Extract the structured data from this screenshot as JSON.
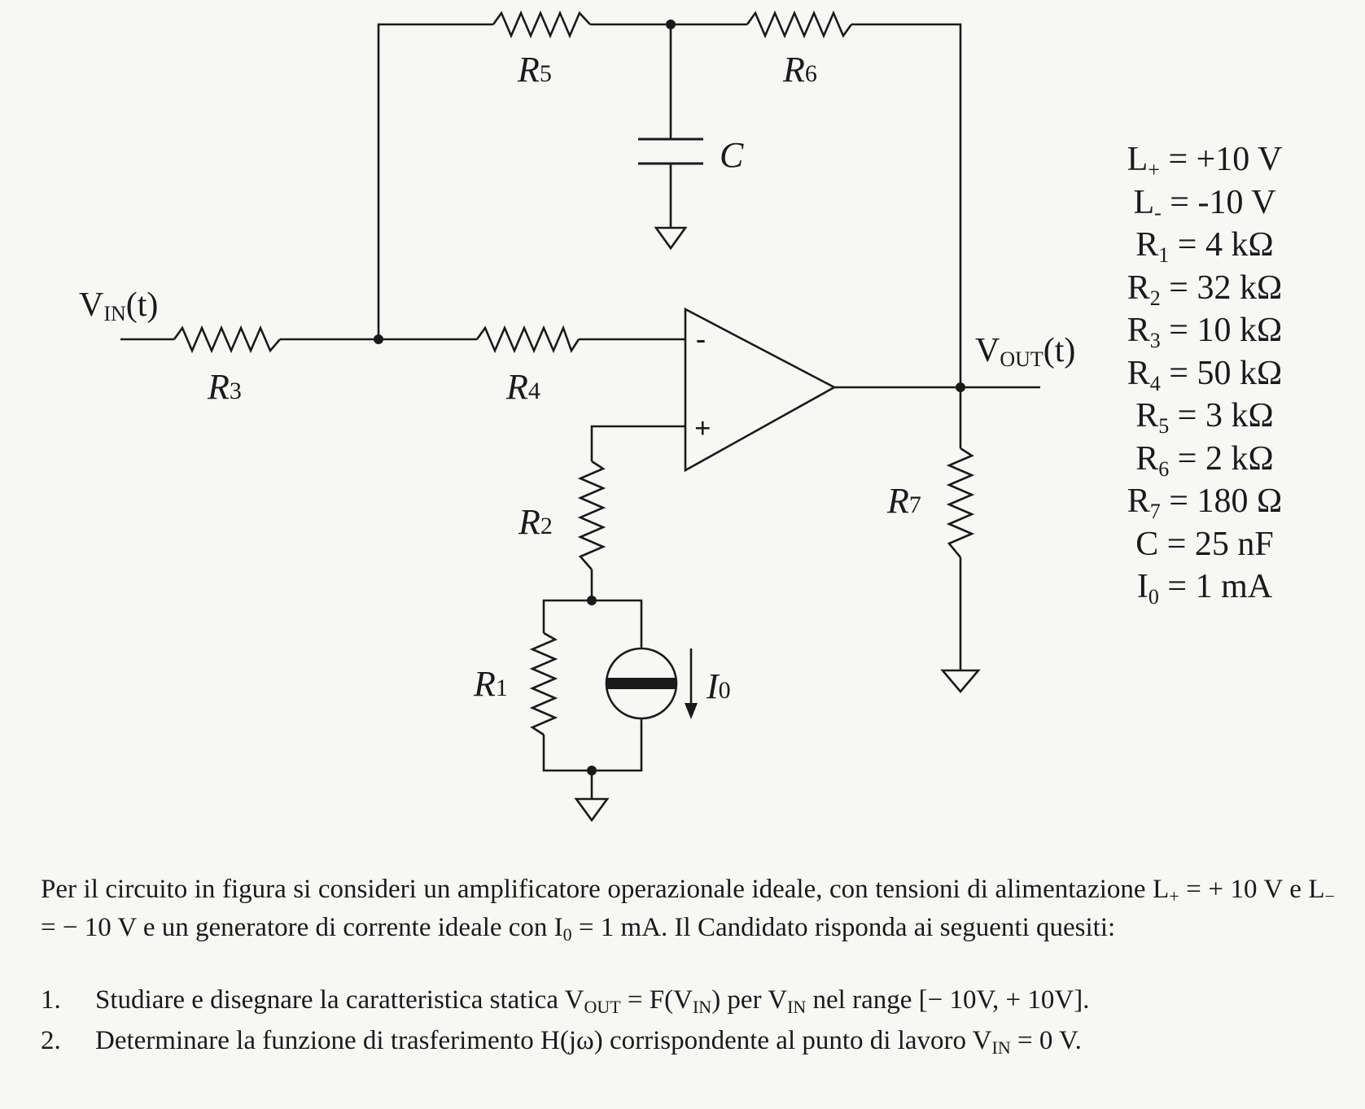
{
  "circuit": {
    "title": "Op-amp circuit with current source",
    "labels": {
      "R1": {
        "main": "R",
        "sub": "1"
      },
      "R2": {
        "main": "R",
        "sub": "2"
      },
      "R3": {
        "main": "R",
        "sub": "3"
      },
      "R4": {
        "main": "R",
        "sub": "4"
      },
      "R5": {
        "main": "R",
        "sub": "5"
      },
      "R6": {
        "main": "R",
        "sub": "6"
      },
      "R7": {
        "main": "R",
        "sub": "7"
      },
      "C": "C",
      "I0": {
        "main": "I",
        "sub": "0"
      },
      "vin": {
        "main": "V",
        "sub": "IN",
        "tail": "(t)"
      },
      "vout": {
        "main": "V",
        "sub": "OUT",
        "tail": "(t)"
      },
      "minus": "-",
      "plus": "+"
    }
  },
  "params": [
    {
      "sym": "L",
      "sub": "+",
      "value": "= +10 V"
    },
    {
      "sym": "L",
      "sub": "-",
      "value": "= -10 V"
    },
    {
      "sym": "R",
      "sub": "1",
      "value": "= 4 kΩ"
    },
    {
      "sym": "R",
      "sub": "2",
      "value": "= 32 kΩ"
    },
    {
      "sym": "R",
      "sub": "3",
      "value": "= 10 kΩ"
    },
    {
      "sym": "R",
      "sub": "4",
      "value": "= 50 kΩ"
    },
    {
      "sym": "R",
      "sub": "5",
      "value": "= 3 kΩ"
    },
    {
      "sym": "R",
      "sub": "6",
      "value": "= 2 kΩ"
    },
    {
      "sym": "R",
      "sub": "7",
      "value": "= 180 Ω"
    },
    {
      "sym": "C",
      "sub": "",
      "value": "= 25 nF"
    },
    {
      "sym": "I",
      "sub": "0",
      "value": "= 1 mA"
    }
  ],
  "text": {
    "p1": "Per il circuito in figura si consideri un amplificatore operazionale ideale, con tensioni di alimentazione L",
    "p1_sub1": "+",
    "p2": " = + 10 V e L",
    "p2_sub": "−",
    "p3": " = − 10 V e un generatore di corrente ideale con I",
    "p3_sub": "0",
    "p4": " = 1 mA. Il Candidato risponda ai seguenti quesiti:",
    "questions": [
      {
        "num": "1.",
        "a": "Studiare e disegnare la caratteristica statica V",
        "a_sub": "OUT",
        "b": " = F(V",
        "b_sub": "IN",
        "c": ") per V",
        "c_sub": "IN",
        "d": " nel range [− 10V, + 10V]."
      },
      {
        "num": "2.",
        "a": "Determinare la funzione di trasferimento H(jω) corrispondente al punto di lavoro V",
        "a_sub": "IN",
        "b": " = 0 V."
      }
    ]
  }
}
